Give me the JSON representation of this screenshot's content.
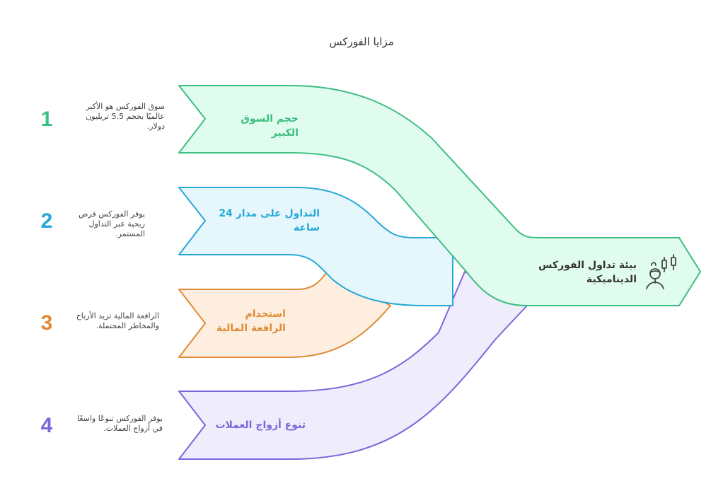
{
  "title": "مزايا الفوركس",
  "colors": {
    "green": "#3DBE82",
    "green_fill": "#E0FCEE",
    "blue": "#29A8D8",
    "blue_fill": "#E5F7FD",
    "orange": "#E08A36",
    "orange_fill": "#FDEEDF",
    "purple": "#7D66DC",
    "purple_fill": "#EFECFC",
    "text": "#444444"
  },
  "items": [
    {
      "number": "1",
      "label": "حجم السوق الكبير",
      "description": "سوق الفوركس هو الأكبر عالميًا بحجم 5.5 تريليون دولار."
    },
    {
      "number": "2",
      "label": "التداول على مدار 24 ساعة",
      "description": "يوفر الفوركس فرص ربحية عبر التداول المستمر."
    },
    {
      "number": "3",
      "label": "استخدام الرافعة المالية",
      "description": "الرافعة المالية تزيد الأرباح والمخاطر المحتملة."
    },
    {
      "number": "4",
      "label": "تنوع أزواج العملات",
      "description": "يوفر الفوركس تنوعًا واسعًا في أزواج العملات."
    }
  ],
  "hub": {
    "label": "بيئة تداول الفوركس الديناميكية",
    "icon": "trader-candlestick-icon"
  }
}
